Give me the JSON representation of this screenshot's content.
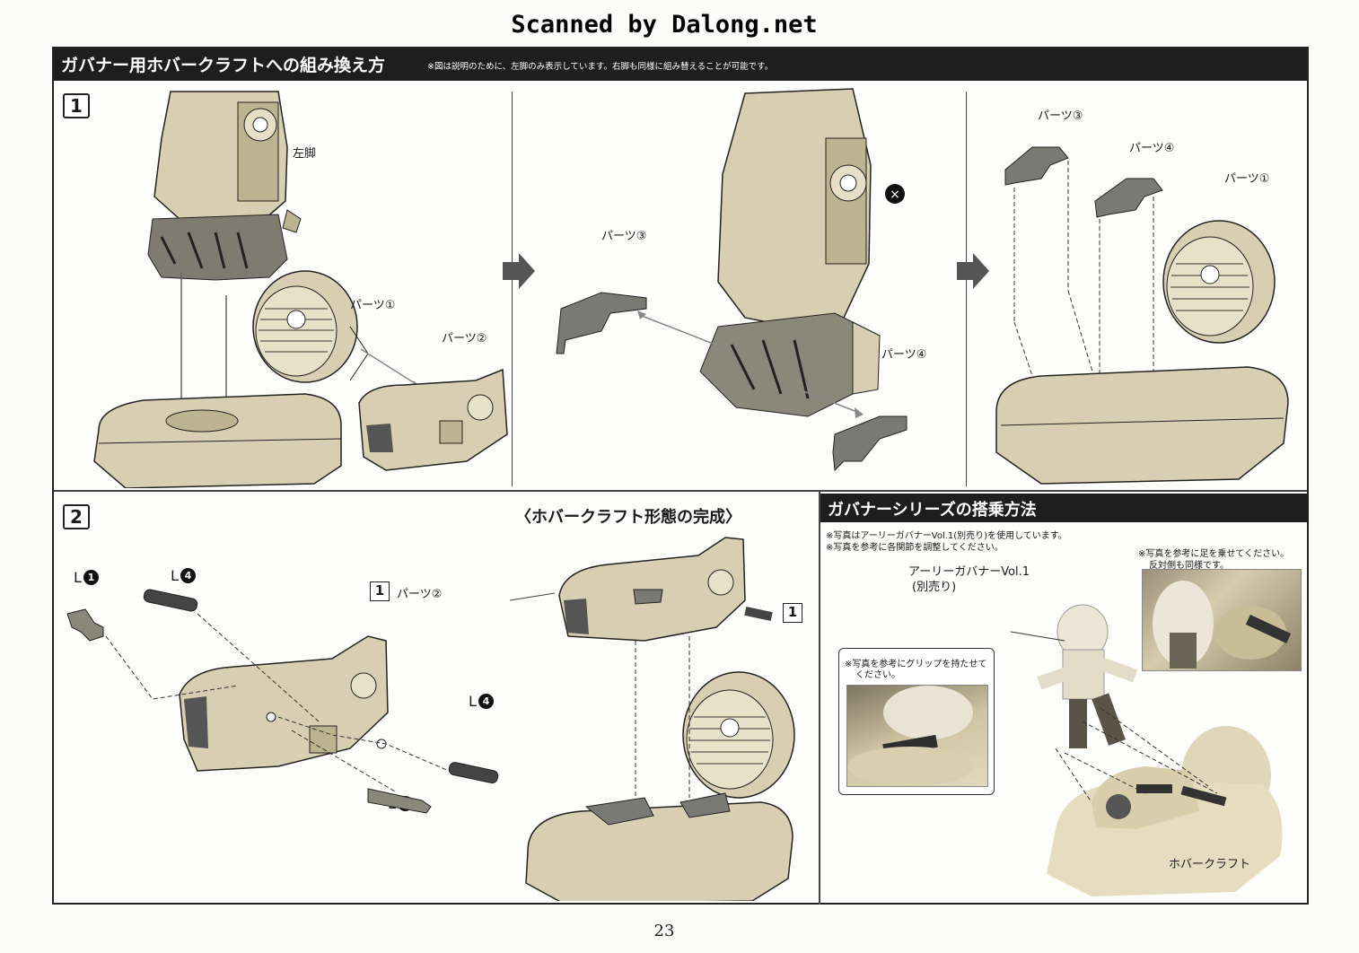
{
  "watermark": "Scanned by Dalong.net",
  "header": {
    "title": "ガバナー用ホバークラフトへの組み換え方",
    "note": "※図は説明のために、左脚のみ表示しています。右脚も同様に組み替えることが可能です。"
  },
  "step1": {
    "number": "1",
    "labels": {
      "left_leg": "左脚",
      "part1": "パーツ①",
      "part2": "パーツ②",
      "part3": "パーツ③",
      "part4": "パーツ④",
      "part3b": "パーツ③",
      "part4b": "パーツ④",
      "part1b": "パーツ①"
    }
  },
  "step2": {
    "number": "2",
    "parts": {
      "l1_letter": "L",
      "l1_num": "1",
      "l4a_letter": "L",
      "l4a_num": "4",
      "l4b_letter": "L",
      "l4b_num": "4",
      "l8_letter": "L",
      "l8_num": "8"
    },
    "ref_box": "1",
    "ref_label": "パーツ②",
    "complete_title": "〈ホバークラフト形態の完成〉",
    "complete_ref": "1"
  },
  "series": {
    "title": "ガバナーシリーズの搭乗方法",
    "note1": "※写真はアーリーガバナーVol.1(別売り)を使用しています。",
    "note2": "※写真を参考に各関節を調整してください。",
    "figure_name": "アーリーガバナーVol.1",
    "figure_sub": "(別売り)",
    "photo_note1": "※写真を参考に足を乗せてください。",
    "photo_note2": "反対側も同様です。",
    "grip_note1": "※写真を参考にグリップを持たせて",
    "grip_note2": "ください。",
    "hovercraft": "ホバークラフト"
  },
  "page_number": "23",
  "colors": {
    "part_fill": "#d8cfb2",
    "part_shade": "#b9ae8c",
    "gray_part": "#7a7a74",
    "header_bg": "#1e1e1e"
  }
}
